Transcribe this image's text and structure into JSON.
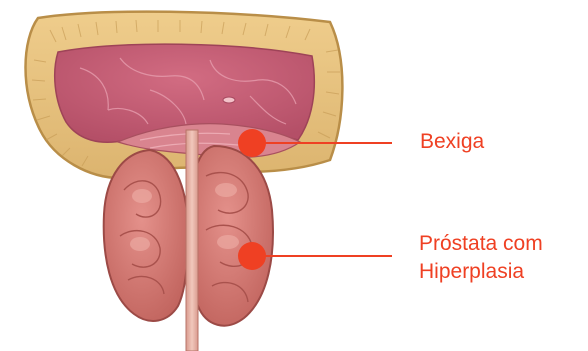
{
  "colors": {
    "accent": "#ef4023",
    "tissue": "#e0be7c",
    "tissue_outline": "#b98e48",
    "bladder_inner": "#c85f76",
    "prostate": "#cf7c78",
    "urethra": "#e9b7ab"
  },
  "labels": {
    "bladder": "Bexiga",
    "prostate_line1": "Próstata com",
    "prostate_line2": "Hiperplasia"
  },
  "icons": {
    "bladder_marker": "filled-circle-marker",
    "prostate_marker": "filled-circle-marker"
  }
}
